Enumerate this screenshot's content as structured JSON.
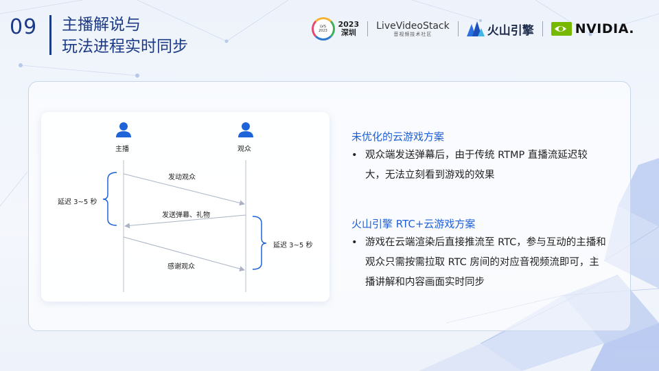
{
  "header": {
    "section_number": "09",
    "title_line1": "主播解说与",
    "title_line2": "玩法进程实时同步"
  },
  "logos": {
    "year": "2023",
    "city": "深圳",
    "lvs_name": "LiveVideoStack",
    "lvs_sub": "音视频技术社区",
    "volcano": "火山引擎",
    "nvidia": "NVIDIA."
  },
  "diagram": {
    "streamer": "主播",
    "viewer": "观众",
    "msg1": "发动观众",
    "msg2": "发送弹幕、礼物",
    "msg3": "感谢观众",
    "delay_left": "延迟 3~5 秒",
    "delay_right": "延迟 3~5 秒"
  },
  "sections": [
    {
      "title": "未优化的云游戏方案",
      "bullet": "观众端发送弹幕后，由于传统 RTMP 直播流延迟较大，无法立刻看到游戏的效果"
    },
    {
      "title": "火山引擎 RTC+云游戏方案",
      "bullet": "游戏在云端渲染后直接推流至 RTC，参与互动的主播和观众只需按需拉取 RTC 房间的对应音视频流即可，主播讲解和内容画面实时同步"
    }
  ],
  "colors": {
    "title_blue": "#1c3a86",
    "accent_blue": "#1e5fd6",
    "icon_blue": "#1f63d8"
  }
}
